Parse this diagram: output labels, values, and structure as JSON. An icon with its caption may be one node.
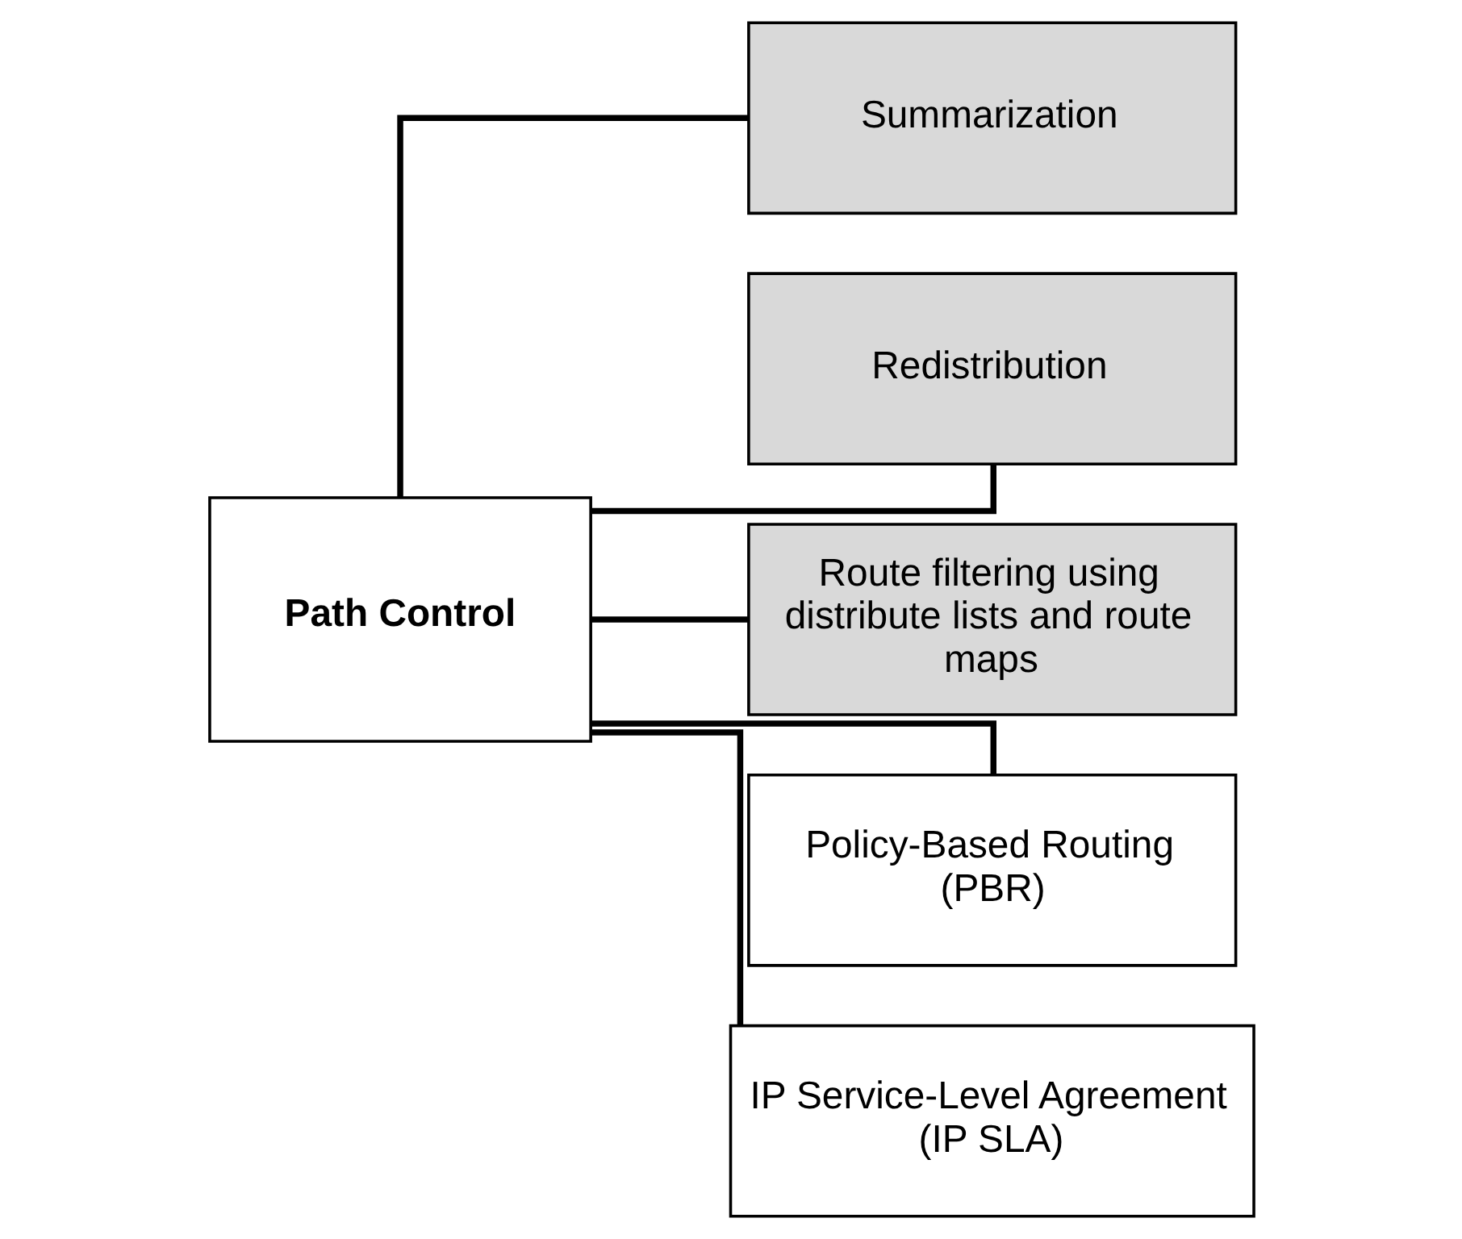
{
  "diagram": {
    "nodes": [
      {
        "text": [
          "Path Control"
        ]
      },
      {
        "text": [
          "Summarization"
        ]
      },
      {
        "text": [
          "Redistribution"
        ]
      },
      {
        "text": [
          "Route filtering using distribute lists and route maps"
        ]
      },
      {
        "text": [
          "Policy-Based Routing (PBR)"
        ]
      },
      {
        "text": [
          "IP Service-Level Agreement (IP SLA)"
        ]
      }
    ],
    "edges": [
      {
        "from": 0,
        "to": 1,
        "arrow": "none"
      },
      {
        "from": 0,
        "to": 2,
        "arrow": "none"
      },
      {
        "from": 0,
        "to": 3,
        "arrow": "none"
      },
      {
        "from": 0,
        "to": 4,
        "arrow": "none"
      },
      {
        "from": 0,
        "to": 5,
        "arrow": "none"
      }
    ]
  }
}
